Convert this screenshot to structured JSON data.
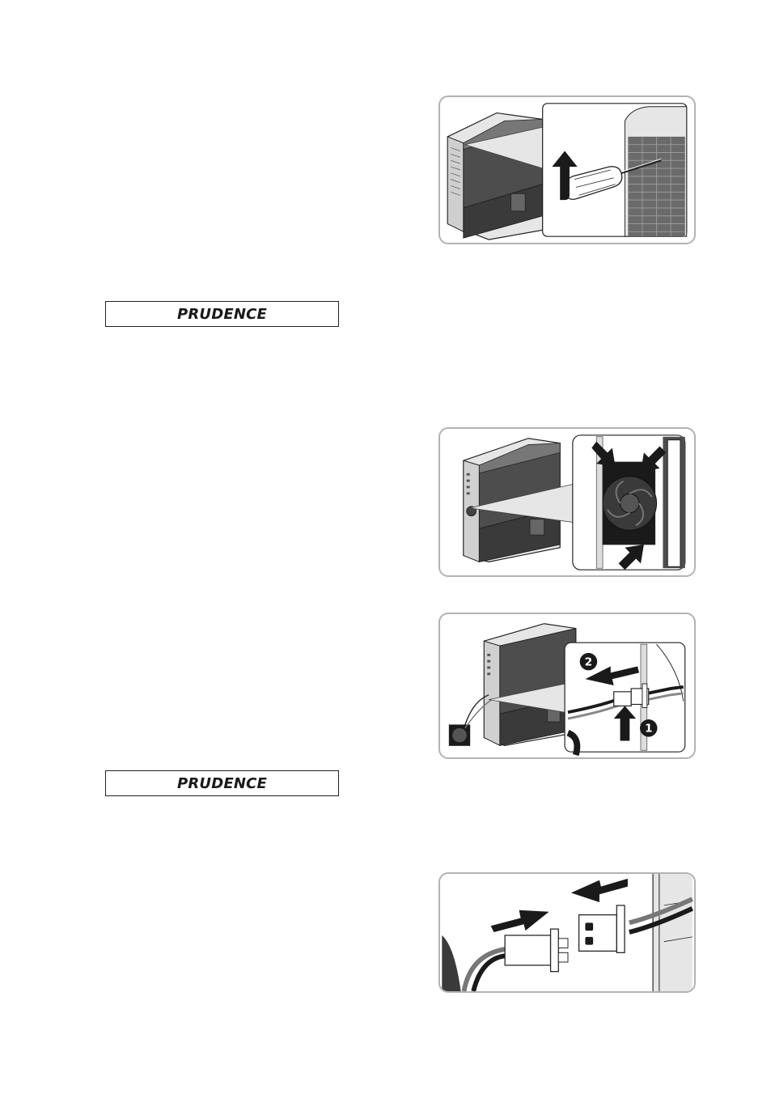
{
  "notices": [
    {
      "label": "PRUDENCE"
    },
    {
      "label": "PRUDENCE"
    }
  ],
  "figures": [
    {
      "name": "open-cover-with-screwdriver",
      "badges": []
    },
    {
      "name": "release-fan-clips",
      "badges": []
    },
    {
      "name": "disconnect-fan-cable",
      "badges": [
        "1",
        "2"
      ]
    },
    {
      "name": "plug-connector-detail",
      "badges": []
    }
  ],
  "colors": {
    "frame": "#b3b3b3",
    "dark_grey": "#4d4d4d",
    "mid_grey": "#7a7a7a",
    "light_grey": "#e6e6e6",
    "black": "#1a1a1a"
  }
}
